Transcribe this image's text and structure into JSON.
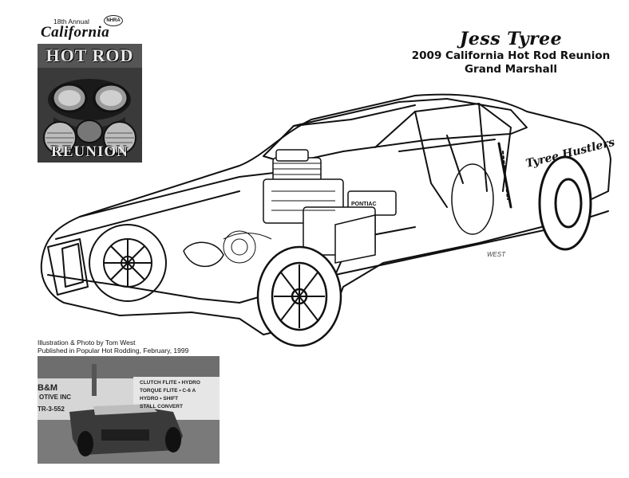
{
  "logo": {
    "annual": "18th Annual",
    "seal": "NHRA",
    "california": "California",
    "hot_rod": "HOT ROD",
    "reunion": "REUNION"
  },
  "header": {
    "name": "Jess Tyree",
    "event": "2009 California Hot Rod Reunion",
    "role": "Grand Marshall"
  },
  "car": {
    "side_script": "Tyree Hustlers",
    "engine_label": "PONTIAC",
    "artist_signature": "WEST"
  },
  "credit": {
    "line1": "Illustration & Photo by Tom West",
    "line2": "Published in Popular Hot Rodding, February, 1999"
  },
  "photo": {
    "sign_left": "B&M",
    "sign_left2": "OTIVE INC",
    "sign_left3": "TR-3-552",
    "sign_right1": "CLUTCH FLITE • HYDRO",
    "sign_right2": "TORQUE FLITE • C-6 A",
    "sign_right3": "HYDRO • SHIFT",
    "sign_right4": "STALL CONVERT"
  }
}
